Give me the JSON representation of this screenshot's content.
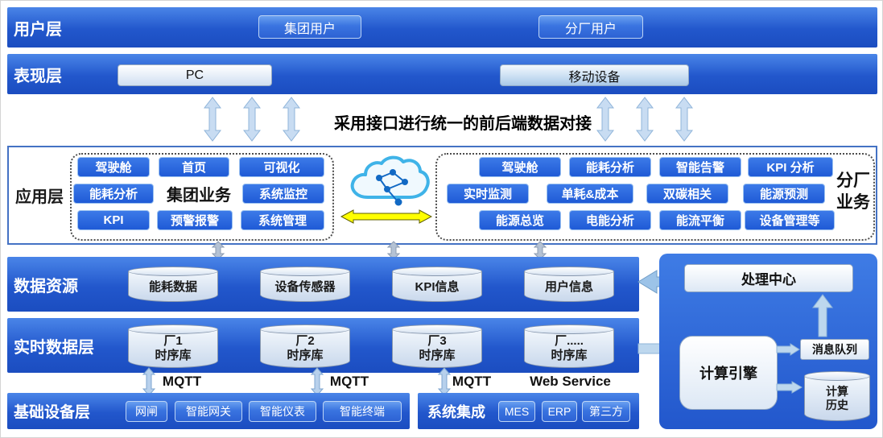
{
  "diagram": {
    "user_layer": {
      "label": "用户层",
      "items": [
        "集团用户",
        "分厂用户"
      ]
    },
    "presentation_layer": {
      "label": "表现层",
      "items": [
        "PC",
        "移动设备"
      ]
    },
    "interface_note": "采用接口进行统一的前后端数据对接",
    "application_layer": {
      "label": "应用层",
      "group_business": {
        "title": "集团业务",
        "row1": [
          "驾驶舱",
          "首页",
          "可视化"
        ],
        "row2": [
          "能耗分析",
          "系统监控"
        ],
        "row3": [
          "KPI",
          "预警报警",
          "系统管理"
        ]
      },
      "plant_business": {
        "title": "分厂业务",
        "row1": [
          "驾驶舱",
          "能耗分析",
          "智能告警",
          "KPI 分析"
        ],
        "row2": [
          "实时监测",
          "单耗&成本",
          "双碳相关",
          "能源预测"
        ],
        "row3": [
          "能源总览",
          "电能分析",
          "能流平衡",
          "设备管理等"
        ]
      }
    },
    "data_resource_layer": {
      "label": "数据资源",
      "items": [
        "能耗数据",
        "设备传感器",
        "KPI信息",
        "用户信息"
      ]
    },
    "realtime_layer": {
      "label": "实时数据层",
      "items": [
        {
          "name": "厂1",
          "type": "时序库"
        },
        {
          "name": "厂2",
          "type": "时序库"
        },
        {
          "name": "厂3",
          "type": "时序库"
        },
        {
          "name": "厂.....",
          "type": "时序库"
        }
      ]
    },
    "protocols": [
      "MQTT",
      "MQTT",
      "MQTT",
      "Web Service"
    ],
    "device_layer": {
      "label": "基础设备层",
      "items": [
        "网闸",
        "智能网关",
        "智能仪表",
        "智能终端"
      ]
    },
    "integration": {
      "label": "系统集成",
      "items": [
        "MES",
        "ERP",
        "第三方"
      ]
    },
    "processing_panel": {
      "center": "处理中心",
      "engine": "计算引擎",
      "queue": "消息队列",
      "history": "计算历史"
    },
    "colors": {
      "band_blue": "#2a63d6",
      "app_button_blue": "#2059d6",
      "light_arrow_blue": "#bdd7ee",
      "yellow_arrow": "#ffff00",
      "cloud_blue": "#3fb3e8"
    }
  }
}
